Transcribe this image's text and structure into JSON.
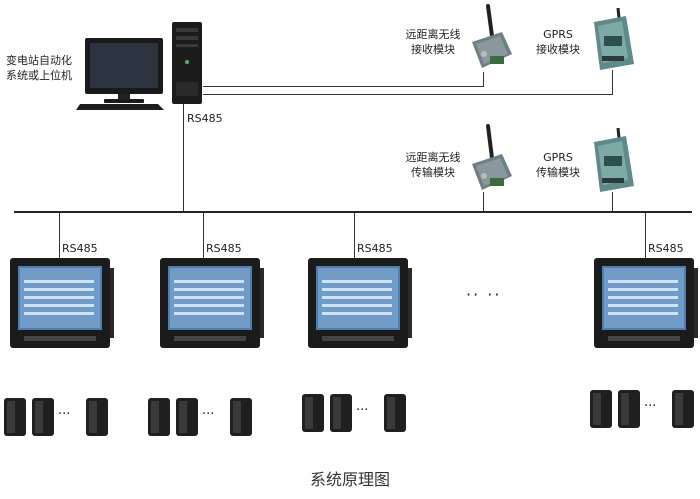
{
  "host_label": [
    "变电站自动化",
    "系统或上位机"
  ],
  "rs485_label": "RS485",
  "wireless_rx_label": [
    "远距离无线",
    "接收模块"
  ],
  "gprs_rx_label": [
    "GPRS",
    "接收模块"
  ],
  "wireless_tx_label": [
    "远距离无线",
    "传输模块"
  ],
  "gprs_tx_label": [
    "GPRS",
    "传输模块"
  ],
  "ellipsis": "·· ··",
  "sensor_ellipsis": "···",
  "caption": "系统原理图"
}
